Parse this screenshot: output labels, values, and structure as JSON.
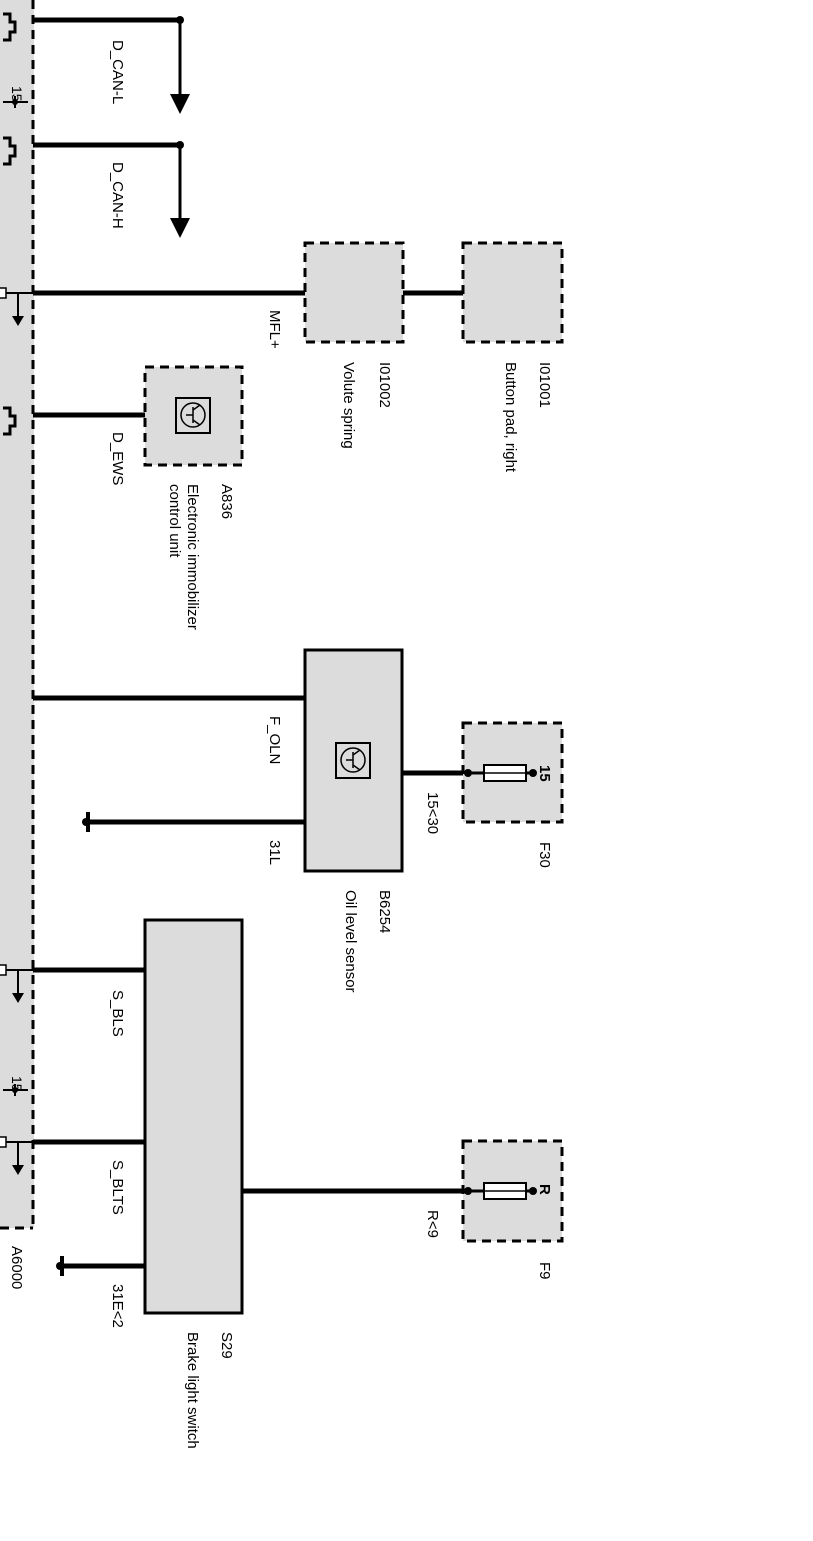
{
  "colors": {
    "line": "#000000",
    "component_fill": "#dcdcdc",
    "background": "#ffffff"
  },
  "control_unit": {
    "id": "A6000",
    "pin_15_top": "15",
    "pin_15_bottom": "15"
  },
  "signals": {
    "d_can_l": "D_CAN-L",
    "d_can_h": "D_CAN-H",
    "mfl_plus": "MFL+",
    "d_ews": "D_EWS",
    "f_oln": "F_OLN",
    "pin_31l": "31L",
    "s_bls": "S_BLS",
    "s_blts": "S_BLTS",
    "pin_31e": "31E<2"
  },
  "components": {
    "volute_spring": {
      "id": "I01002",
      "name": "Volute spring"
    },
    "button_pad": {
      "id": "I01001",
      "name": "Button pad, right"
    },
    "immobilizer": {
      "id": "A836",
      "name_line1": "Electronic immobilizer",
      "name_line2": "control unit",
      "icon": "transistor-icon"
    },
    "oil_sensor": {
      "id": "B6254",
      "name": "Oil level sensor",
      "pin_label": "15<30",
      "icon": "transistor-icon"
    },
    "fuse_f30": {
      "id": "F30",
      "terminal": "15",
      "icon": "fuse-icon"
    },
    "fuse_f9": {
      "id": "F9",
      "terminal": "R",
      "pin_label": "R<9",
      "icon": "fuse-icon"
    },
    "brake_switch": {
      "id": "S29",
      "name": "Brake light switch"
    }
  }
}
